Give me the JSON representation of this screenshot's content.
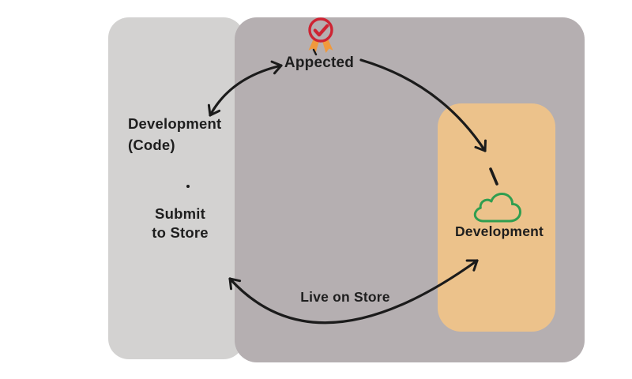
{
  "diagram": {
    "type": "cycle-flow",
    "description": "App development and store release cycle",
    "background": "#ffffff",
    "panels": [
      {
        "name": "left-stage-panel",
        "color": "#d3d2d1"
      },
      {
        "name": "right-stage-panel",
        "color": "#b5afb1"
      },
      {
        "name": "highlight-panel",
        "color": "#ecc28b"
      }
    ],
    "nodes": {
      "approved": {
        "label": "Appected",
        "icon": "approval-badge-icon"
      },
      "development_code": {
        "line1": "Development",
        "line2": "(Code)"
      },
      "submit_to_store": {
        "line1": "Submit",
        "line2": "to Store"
      },
      "cloud_development": {
        "label": "Development",
        "icon": "cloud-icon"
      },
      "live_on_store": {
        "label": "Live on Store"
      }
    },
    "edges": [
      {
        "from": "development_code",
        "to": "approved",
        "arrowheads": "both",
        "style": "curved"
      },
      {
        "from": "approved",
        "to": "cloud_development",
        "arrowheads": "end",
        "style": "curved-with-dash"
      },
      {
        "from": "cloud_development",
        "to": "submit_to_store",
        "arrowheads": "both",
        "style": "curved",
        "label": "Live on Store"
      }
    ],
    "colors": {
      "badge_red": "#ce2433",
      "ribbon_orange": "#f0993d",
      "cloud_green": "#2f9e50",
      "arrow": "#1b1b1b",
      "text": "#1e1e1e"
    }
  }
}
